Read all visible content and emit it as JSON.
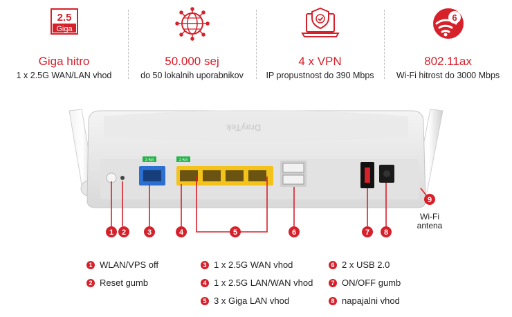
{
  "features": [
    {
      "icon": "giga-badge-icon",
      "badge_top": "2.5",
      "badge_bottom": "Giga",
      "title": "Giga hitro",
      "subtitle": "1 x 2.5G WAN/LAN vhod"
    },
    {
      "icon": "network-globe-icon",
      "title": "50.000 sej",
      "subtitle": "do 50 lokalnih uporabnikov"
    },
    {
      "icon": "laptop-shield-icon",
      "title": "4 x VPN",
      "subtitle": "IP propustnost do 390 Mbps"
    },
    {
      "icon": "wifi6-icon",
      "badge": "6",
      "title": "802.11ax",
      "subtitle": "Wi-Fi hitrost do 3000 Mbps"
    }
  ],
  "router": {
    "brand": "DrayTek",
    "port_tags": [
      "2.5G",
      "2.5G"
    ],
    "markers": [
      "1",
      "2",
      "3",
      "4",
      "5",
      "6",
      "7",
      "8",
      "9"
    ],
    "wifi_label_1": "Wi-Fi",
    "wifi_label_2": "antena"
  },
  "legend": [
    {
      "num": "1",
      "label": "WLAN/VPS off"
    },
    {
      "num": "2",
      "label": "Reset gumb"
    },
    {
      "num": "3",
      "label": "1 x 2.5G WAN vhod"
    },
    {
      "num": "4",
      "label": "1 x 2.5G LAN/WAN vhod"
    },
    {
      "num": "5",
      "label": "3 x Giga LAN vhod"
    },
    {
      "num": "6",
      "label": "2 x USB 2.0"
    },
    {
      "num": "7",
      "label": "ON/OFF gumb"
    },
    {
      "num": "8",
      "label": "napajalni vhod"
    }
  ],
  "colors": {
    "accent": "#d6202a",
    "wan_port": "#2b6fd1",
    "lan_port": "#f3c21b",
    "tag": "#26b34a"
  }
}
